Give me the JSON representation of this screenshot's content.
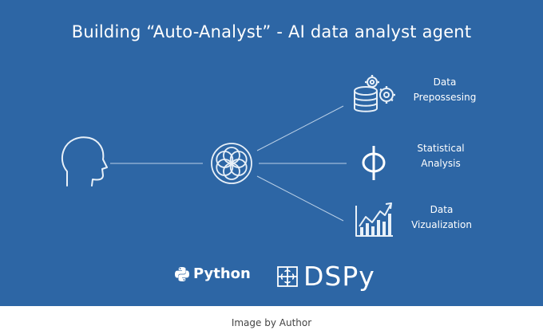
{
  "slide": {
    "title": "Building “Auto-Analyst” - AI data analyst agent",
    "background_color": "#2d66a5",
    "nodes": [
      {
        "name": "user",
        "icon": "human-head-icon"
      },
      {
        "name": "agent",
        "icon": "flower-of-life-icon"
      }
    ],
    "outputs": [
      {
        "icon": "database-gear-icon",
        "line1": "Data",
        "line2": "Prepossesing"
      },
      {
        "icon": "phi-icon",
        "line1": "Statistical",
        "line2": "Analysis"
      },
      {
        "icon": "chart-icon",
        "line1": "Data",
        "line2": "Vizualization"
      }
    ],
    "logos": {
      "python": "Python",
      "dspy": "DSPy"
    }
  },
  "caption": "Image by Author"
}
